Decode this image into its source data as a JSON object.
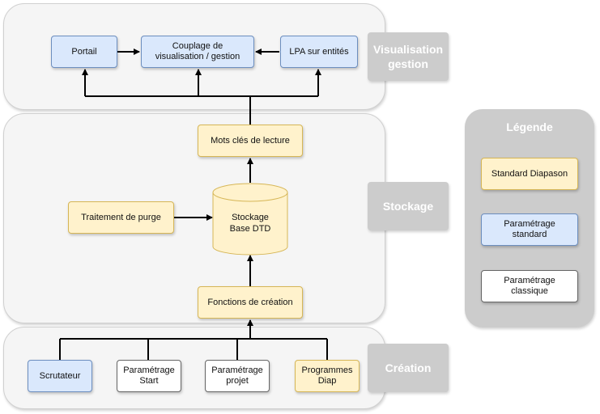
{
  "sections": {
    "visualisation": "Visualisation\ngestion",
    "stockage": "Stockage",
    "creation": "Création"
  },
  "nodes": {
    "portail": "Portail",
    "couplage": "Couplage de\nvisualisation / gestion",
    "lpa": "LPA sur entités",
    "mots_cles": "Mots clés de lecture",
    "purge": "Traitement de purge",
    "stockage_db": "Stockage\nBase DTD",
    "fonctions": "Fonctions de création",
    "scrutateur": "Scrutateur",
    "param_start": "Paramétrage\nStart",
    "param_projet": "Paramétrage\nprojet",
    "programmes": "Programmes\nDiap"
  },
  "legend": {
    "title": "Légende",
    "standard_diapason": "Standard Diapason",
    "param_standard": "Paramétrage\nstandard",
    "param_classique": "Paramétrage\nclassique"
  },
  "colors": {
    "blue_fill": "#dae8fc",
    "blue_stroke": "#6c8ebf",
    "yellow_fill": "#fff2cc",
    "yellow_stroke": "#d6b656",
    "white_fill": "#ffffff",
    "section_tag": "#cccccc",
    "panel_bg": "#f5f5f5"
  }
}
